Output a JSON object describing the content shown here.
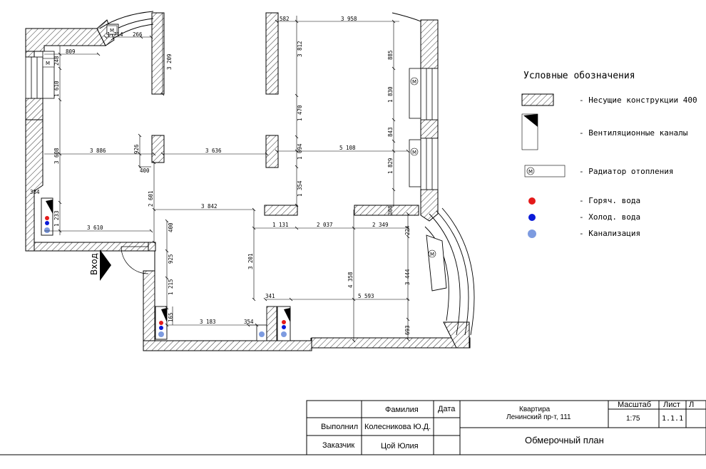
{
  "legend": {
    "title": "Условные обозначения",
    "items": [
      {
        "label": "- Несущие конструкции 400"
      },
      {
        "label": "- Вентиляционные каналы"
      },
      {
        "label": "- Радиатор отопления",
        "icon": "M"
      },
      {
        "label": "- Горяч. вода",
        "color": "#e41a1a"
      },
      {
        "label": "- Холод. вода",
        "color": "#0a1ad8"
      },
      {
        "label": "- Канализация",
        "color": "#7d9be0"
      }
    ]
  },
  "entrance_label": "Вход",
  "radiator_mark": "M",
  "dims": {
    "d1714": "1 714",
    "d266": "266",
    "d582": "582",
    "d3958": "3 958",
    "d809": "809",
    "d248": "248",
    "d1610": "1 610",
    "d3209": "3 209",
    "d3812": "3 812",
    "d885": "885",
    "d1830": "1 830",
    "d1470": "1 470",
    "d843": "843",
    "d3608": "3 608",
    "d3886": "3 886",
    "d926": "926",
    "d3636": "3 636",
    "d1094": "1 094",
    "d5108": "5 108",
    "d1829": "1 829",
    "d400a": "400",
    "d1354": "1 354",
    "d2601": "2 601",
    "d384": "384",
    "d1233": "1 233",
    "d3842": "3 842",
    "d308": "308",
    "d3610": "3 610",
    "d400b": "400",
    "d1131": "1 131",
    "d2037": "2 037",
    "d2349": "2 349",
    "d224": "224",
    "d925": "925",
    "d3201": "3 201",
    "d4358": "4 358",
    "d3444": "3 444",
    "d1215": "1 215",
    "d341": "341",
    "d5593": "5 593",
    "d165": "165",
    "d3183": "3 183",
    "d354": "354",
    "d693": "693"
  },
  "title_block": {
    "col_surname": "Фамилия",
    "col_date": "Дата",
    "row1_role": "Выполнил",
    "row1_name": "Колесникова Ю.Д.",
    "row2_role": "Заказчик",
    "row2_name": "Цой Юлия",
    "object_line1": "Квартира",
    "object_line2": "Ленинский пр-т, 111",
    "sheet_title": "Обмерочный план",
    "scale_label": "Масштаб",
    "scale_value": "1:75",
    "sheet_label": "Лист",
    "sheet_value": "1.1.1",
    "cut_label": "Л"
  }
}
